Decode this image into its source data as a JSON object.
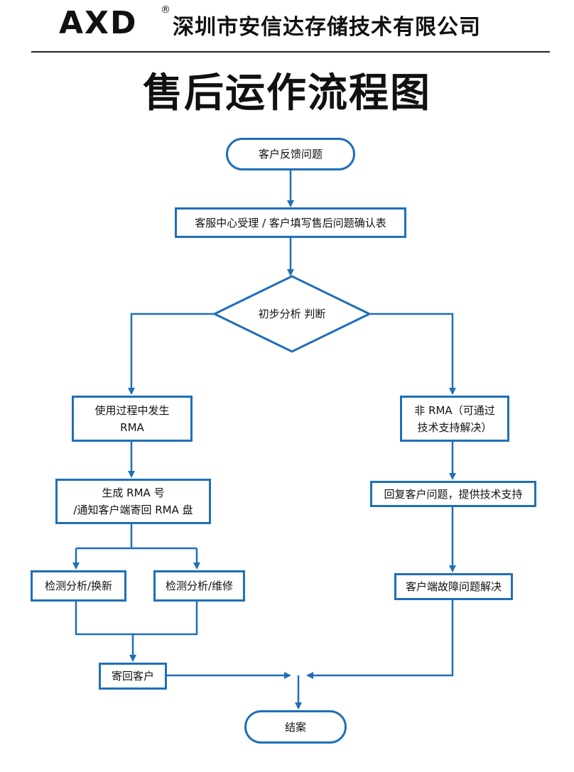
{
  "header": {
    "logo": "AXD",
    "registered_mark": "®",
    "company": "深圳市安信达存储技术有限公司"
  },
  "title": "售后运作流程图",
  "colors": {
    "line": "#1f6fb8",
    "text": "#111111"
  },
  "nodes": {
    "start": "客户反馈问题",
    "intake": "客服中心受理 / 客户填写售后问题确认表",
    "decision": "初步分析 判断",
    "rma_case_l1": "使用过程中发生",
    "rma_case_l2": "RMA",
    "non_rma_l1": "非 RMA（可通过",
    "non_rma_l2": "技术支持解决）",
    "gen_rma_l1": "生成 RMA 号",
    "gen_rma_l2": "/通知客户端寄回 RMA 盘",
    "reply_support": "回复客户问题，提供技术支持",
    "test_replace": "检测分析/换新",
    "test_repair": "检测分析/维修",
    "customer_resolved": "客户端故障问题解决",
    "return_customer": "寄回客户",
    "end": "结案"
  }
}
